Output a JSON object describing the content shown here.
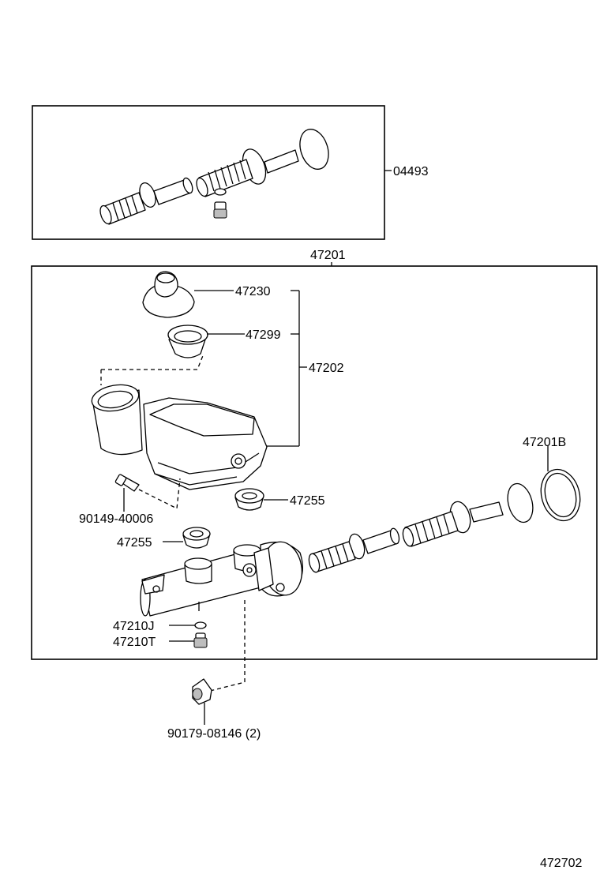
{
  "diagram": {
    "kit_label": "04493",
    "assembly_label": "47201",
    "labels": {
      "boot": "47230",
      "strainer": "47299",
      "reservoir": "47202",
      "bolt": "90149-40006",
      "grommet_upper": "47255",
      "grommet_lower": "47255",
      "oring": "47201B",
      "washer": "47210J",
      "plug": "47210T",
      "nut": "90179-08146 (2)"
    },
    "figure_number": "472702"
  }
}
